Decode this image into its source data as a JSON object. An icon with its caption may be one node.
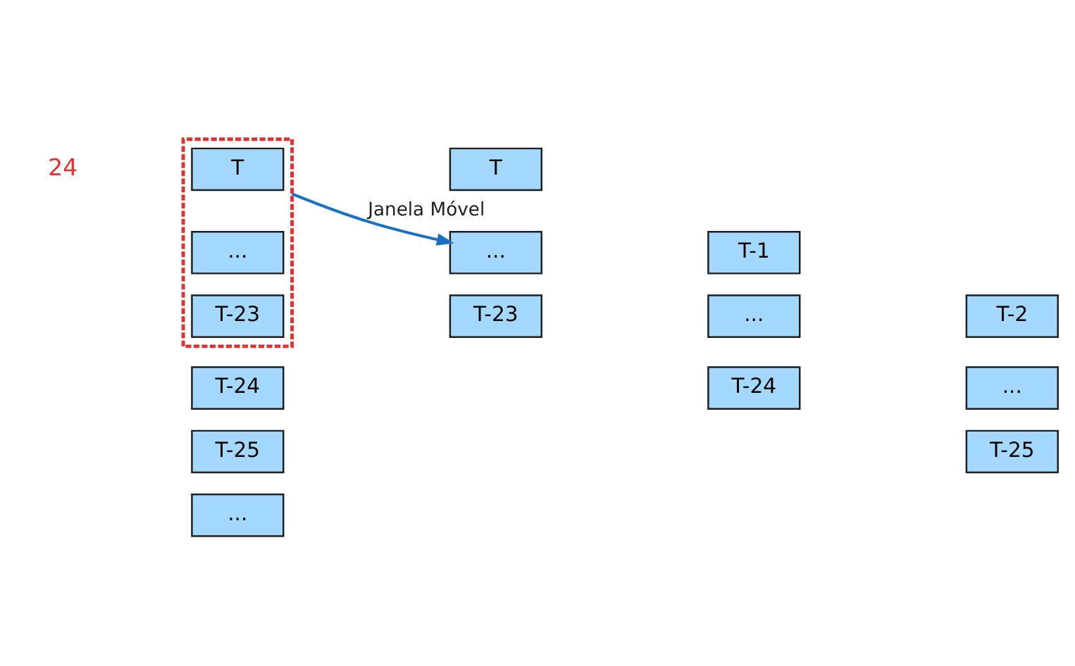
{
  "diagram": {
    "nodes": [
      {
        "text": [],
        "shape": "box"
      },
      {
        "text": [
          "T"
        ],
        "in": 0
      },
      {
        "text": [
          "..."
        ],
        "in": 0
      },
      {
        "text": [
          "T-23"
        ],
        "in": 0
      },
      {
        "text": [
          "T-24"
        ]
      },
      {
        "text": [
          "T-25"
        ]
      },
      {
        "text": [
          "..."
        ]
      },
      {
        "text": [
          "T"
        ]
      },
      {
        "text": [
          "..."
        ]
      },
      {
        "text": [
          "T-23"
        ]
      },
      {
        "text": [
          "T-1"
        ]
      },
      {
        "text": [
          "..."
        ]
      },
      {
        "text": [
          "T-24"
        ]
      },
      {
        "text": [
          "T-2"
        ]
      },
      {
        "text": [
          "..."
        ]
      },
      {
        "text": [
          "T-25"
        ]
      }
    ],
    "edges": [
      {
        "from": 0,
        "to": 8,
        "arrow": "to",
        "label": "Janela Móvel",
        "color": "#1971c2"
      }
    ],
    "labels": [
      "24"
    ]
  }
}
